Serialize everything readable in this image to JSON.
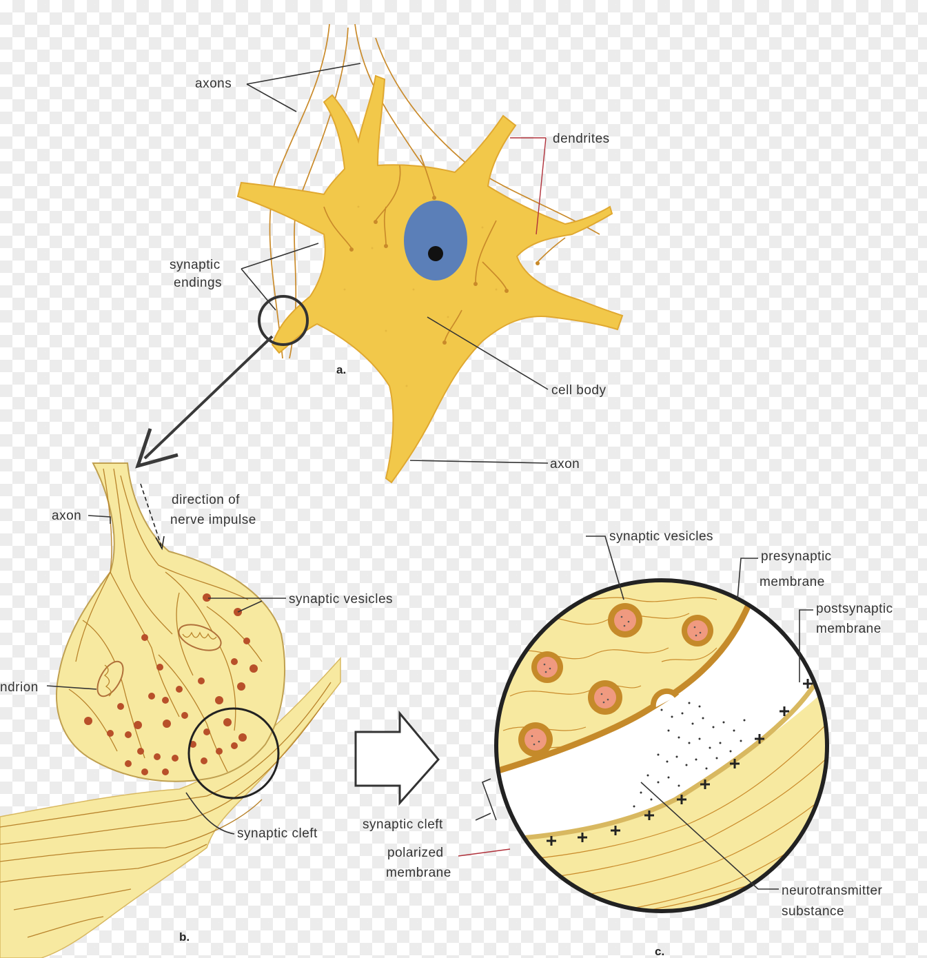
{
  "panel_a": {
    "label": "a.",
    "axons": "axons",
    "dendrites": "dendrites",
    "synaptic_endings_1": "synaptic",
    "synaptic_endings_2": "endings",
    "cell_body": "cell body",
    "axon": "axon"
  },
  "panel_b": {
    "label": "b.",
    "axon": "axon",
    "direction_1": "direction of",
    "direction_2": "nerve impulse",
    "synaptic_vesicles": "synaptic vesicles",
    "mitochondrion": "ndrion",
    "synaptic_cleft": "synaptic cleft"
  },
  "panel_c": {
    "label": "c.",
    "synaptic_vesicles": "synaptic vesicles",
    "presynaptic_1": "presynaptic",
    "presynaptic_2": "membrane",
    "postsynaptic_1": "postsynaptic",
    "postsynaptic_2": "membrane",
    "synaptic_cleft": "synaptic cleft",
    "polarized_1": "polarized",
    "polarized_2": "membrane",
    "neurotransmitter_1": "neurotransmitter",
    "neurotransmitter_2": "substance"
  },
  "colors": {
    "cell": "#f2c84a",
    "nucleus": "#5b7fb8",
    "terminal": "#f7e9a0",
    "fiber": "#c98a2a",
    "vesicle": "#b8502a"
  }
}
